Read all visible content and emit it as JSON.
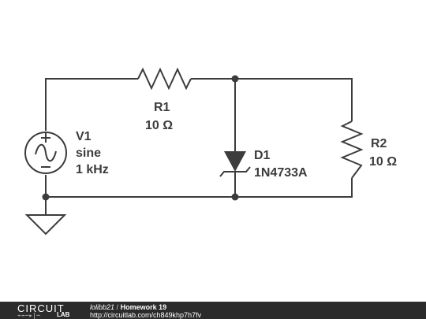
{
  "components": {
    "v1": {
      "name": "V1",
      "type": "sine",
      "freq": "1 kHz"
    },
    "r1": {
      "name": "R1",
      "value": "10 Ω"
    },
    "r2": {
      "name": "R2",
      "value": "10 Ω"
    },
    "d1": {
      "name": "D1",
      "part": "1N4733A"
    }
  },
  "footer": {
    "logo_top": "CIRCUIT",
    "logo_bottom": "LAB",
    "user": "lolibb21",
    "separator": "/",
    "title": "Homework 19",
    "url": "http://circuitlab.com/ch849khp7h7fv"
  },
  "colors": {
    "wire": "#3c3c3c",
    "footer_bg": "#2b2b2b"
  }
}
